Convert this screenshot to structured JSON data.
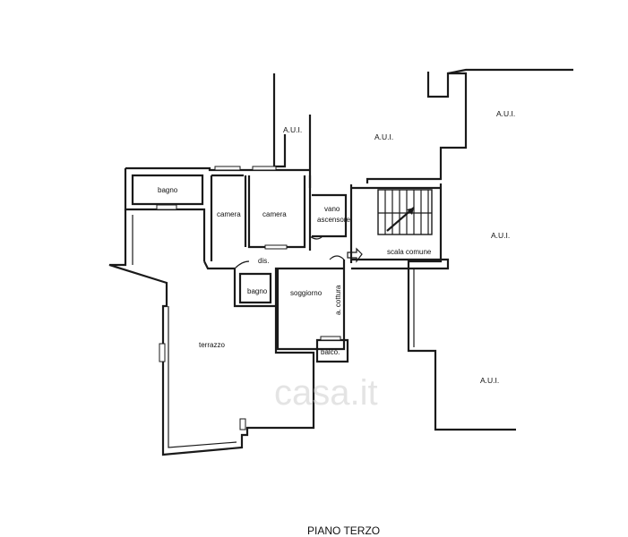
{
  "plan": {
    "caption": "PIANO TERZO",
    "watermark": "casa.it",
    "labels": {
      "aui_top_center": "A.U.I.",
      "aui_top_mid": "A.U.I.",
      "aui_top_right": "A.U.I.",
      "aui_right": "A.U.I.",
      "aui_bottom_right": "A.U.I.",
      "bagno_top": "bagno",
      "camera_left": "camera",
      "camera_right": "camera",
      "vano_line1": "vano",
      "vano_line2": "ascensore",
      "scala": "scala comune",
      "dis": "dis.",
      "bagno_small": "bagno",
      "soggiorno": "soggiorno",
      "cottura": "a. cottura",
      "terrazzo": "terrazzo",
      "balco": "balco."
    }
  }
}
